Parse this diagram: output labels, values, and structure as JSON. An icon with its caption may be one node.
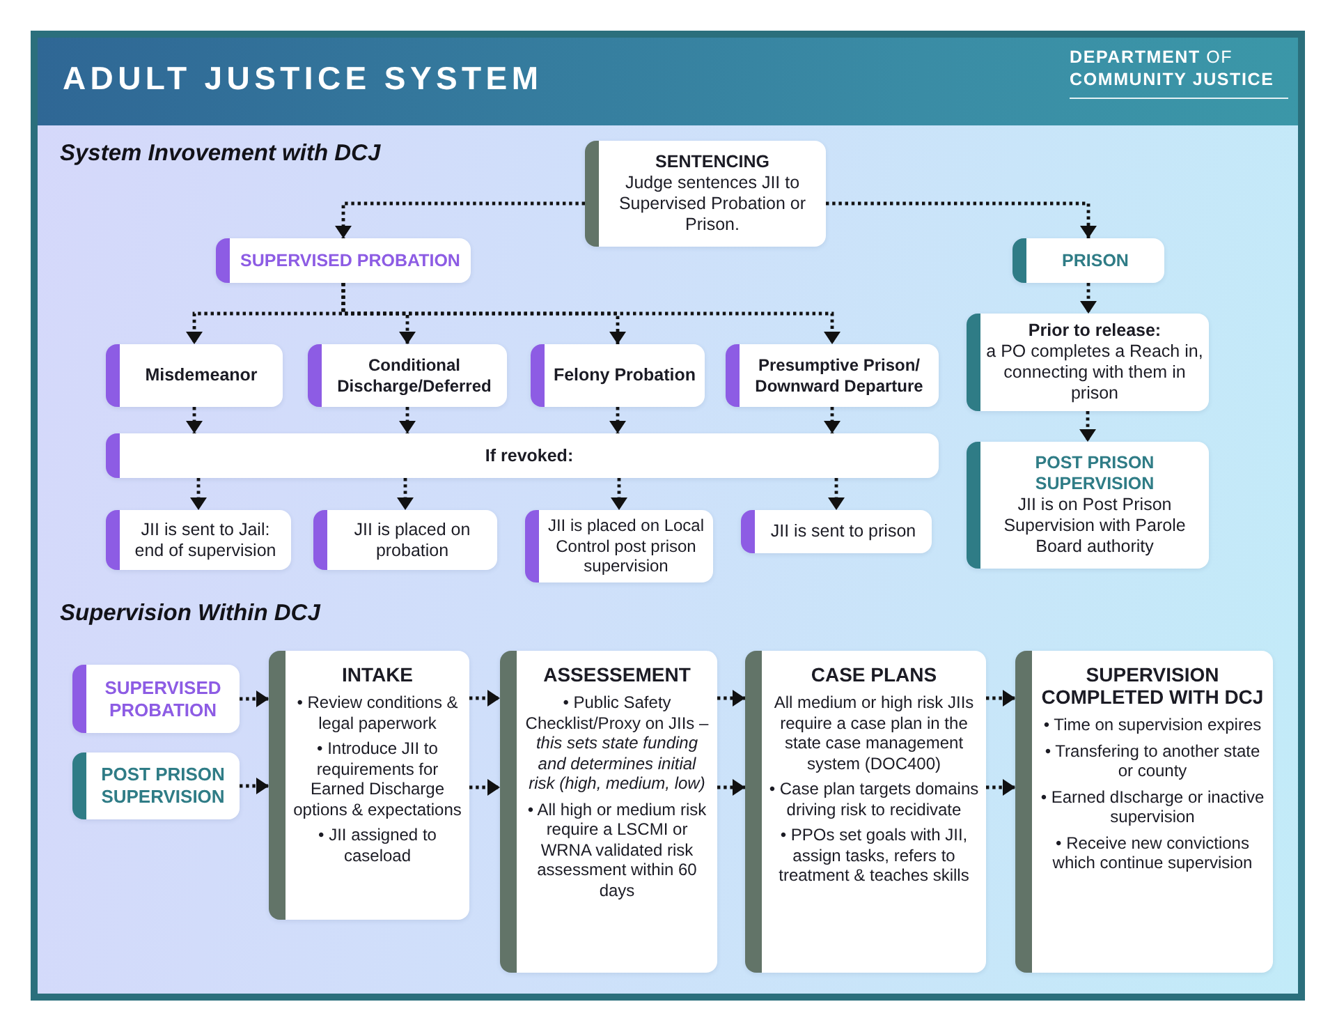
{
  "diagram": {
    "title": "ADULT JUSTICE SYSTEM",
    "nodes": [
      {
        "text": [
          "SENTENCING",
          "Judge sentences JII to Supervised Probation or Prison."
        ]
      },
      {
        "text": [
          "SUPERVISED PROBATION"
        ]
      },
      {
        "text": [
          "PRISON"
        ]
      },
      {
        "text": [
          "Misdemeanor"
        ]
      },
      {
        "text": [
          "Conditional Discharge/Deferred"
        ]
      },
      {
        "text": [
          "Felony Probation"
        ]
      },
      {
        "text": [
          "Presumptive Prison/ Downward Departure"
        ]
      },
      {
        "text": [
          "If revoked:"
        ]
      },
      {
        "text": [
          "JII is sent to Jail: end of supervision"
        ]
      },
      {
        "text": [
          "JII is placed on probation"
        ]
      },
      {
        "text": [
          "JII is placed on Local Control post prison supervision"
        ]
      },
      {
        "text": [
          "JII is sent to prison"
        ]
      },
      {
        "text": [
          "Prior to release:",
          "a PO completes a Reach in, connecting with them in prison"
        ]
      },
      {
        "text": [
          "POST PRISON SUPERVISION",
          "JII is on Post Prison Supervision with Parole Board authority"
        ]
      },
      {
        "text": [
          "SUPERVISED PROBATION"
        ]
      },
      {
        "text": [
          "POST PRISON SUPERVISION"
        ]
      },
      {
        "text": [
          "INTAKE",
          "• Review conditions & legal paperwork",
          "• Introduce JII to requirements for Earned Discharge options & expectations",
          "• JII assigned to caseload"
        ]
      },
      {
        "text": [
          "ASSESSEMENT",
          "• Public Safety Checklist/Proxy on JIIs – *this sets state funding and determines initial risk (high, medium, low)*",
          "• All high or medium risk require a LSCMI or WRNA validated risk assessment within 60 days"
        ]
      },
      {
        "text": [
          "CASE PLANS",
          "All medium or high risk JIIs require a case plan in the state case management system (DOC400)",
          "• Case plan targets domains driving risk to recidivate",
          "• PPOs set goals with JII, assign tasks, refers to treatment & teaches skills"
        ]
      },
      {
        "text": [
          "SUPERVISION COMPLETED WITH DCJ",
          "• Time on supervision expires",
          "• Transfering to another state or county",
          "• Earned dIscharge or inactive supervision",
          "• Receive new convictions which continue supervision"
        ]
      }
    ],
    "edges": [
      {
        "from": 0,
        "to": 1,
        "arrow": "to"
      },
      {
        "from": 0,
        "to": 2,
        "arrow": "to"
      },
      {
        "from": 1,
        "to": 3,
        "arrow": "to"
      },
      {
        "from": 1,
        "to": 4,
        "arrow": "to"
      },
      {
        "from": 1,
        "to": 5,
        "arrow": "to"
      },
      {
        "from": 1,
        "to": 6,
        "arrow": "to"
      },
      {
        "from": 3,
        "to": 7,
        "arrow": "to"
      },
      {
        "from": 4,
        "to": 7,
        "arrow": "to"
      },
      {
        "from": 5,
        "to": 7,
        "arrow": "to"
      },
      {
        "from": 6,
        "to": 7,
        "arrow": "to"
      },
      {
        "from": 7,
        "to": 8,
        "arrow": "to"
      },
      {
        "from": 7,
        "to": 9,
        "arrow": "to"
      },
      {
        "from": 7,
        "to": 10,
        "arrow": "to"
      },
      {
        "from": 7,
        "to": 11,
        "arrow": "to"
      },
      {
        "from": 2,
        "to": 12,
        "arrow": "to"
      },
      {
        "from": 12,
        "to": 13,
        "arrow": "to"
      },
      {
        "from": 14,
        "to": 16,
        "arrow": "to"
      },
      {
        "from": 15,
        "to": 16,
        "arrow": "to"
      },
      {
        "from": 16,
        "to": 17,
        "arrow": "to"
      },
      {
        "from": 16,
        "to": 17,
        "arrow": "to"
      },
      {
        "from": 17,
        "to": 18,
        "arrow": "to"
      },
      {
        "from": 17,
        "to": 18,
        "arrow": "to"
      },
      {
        "from": 18,
        "to": 19,
        "arrow": "to"
      },
      {
        "from": 18,
        "to": 19,
        "arrow": "to"
      }
    ],
    "labels": [
      "**DEPARTMENT** OF **COMMUNITY JUSTICE**",
      "System Invovement with DCJ",
      "Supervision Within DCJ"
    ]
  }
}
